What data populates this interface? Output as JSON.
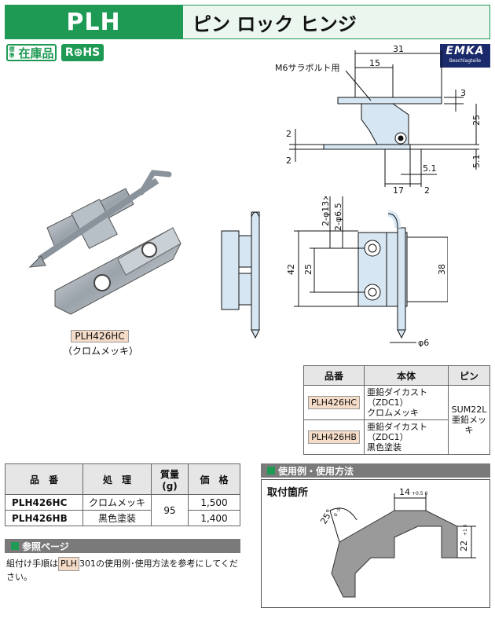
{
  "header": {
    "code": "PLH",
    "title": "ピン ロック ヒンジ"
  },
  "badges": {
    "stock_mini": "標準",
    "stock": "在庫品",
    "rohs": "R⊕HS"
  },
  "logo": {
    "brand": "EMKA",
    "sub": "Beschlagteile"
  },
  "photo": {
    "code": "PLH426HC",
    "note": "（クロムメッキ）"
  },
  "drawing_top": {
    "callout": "M6サラボルト用",
    "dims": [
      "31",
      "15",
      "3",
      "25",
      "2",
      "2",
      "5.1",
      "5.1",
      "17",
      "2"
    ]
  },
  "drawing_front": {
    "dims": [
      "2-φ13×90°",
      "2-φ6.5",
      "42",
      "25",
      "38",
      "φ6"
    ]
  },
  "spec_table": {
    "headers": [
      "品番",
      "本体",
      "ピン"
    ],
    "rows": [
      {
        "code": "PLH426HC",
        "body_line1": "亜鉛ダイカスト（ZDC1）",
        "body_line2": "クロムメッキ"
      },
      {
        "code": "PLH426HB",
        "body_line1": "亜鉛ダイカスト（ZDC1）",
        "body_line2": "黒色塗装"
      }
    ],
    "pin_line1": "SUM22L",
    "pin_line2": "亜鉛メッキ"
  },
  "price_table": {
    "headers": {
      "code": "品　番",
      "finish": "処　理",
      "mass": "質量",
      "mass_unit": "(g)",
      "price": "価　格"
    },
    "mass": "95",
    "rows": [
      {
        "code": "PLH426HC",
        "finish": "クロムメッキ",
        "price": "1,500"
      },
      {
        "code": "PLH426HB",
        "finish": "黒色塗装",
        "price": "1,400"
      }
    ]
  },
  "reference": {
    "title": "参照ページ",
    "text_pre": "組付け手順は",
    "link_code": "PLH",
    "text_post": "301の使用例･使用方法を参考にしてください。"
  },
  "usage": {
    "title": "使用例・使用方法",
    "mount_label": "取付箇所",
    "dim_top": "14",
    "dim_top_tol": "+0.5 0",
    "dim_angle": "25°",
    "dim_angle_tol": "0 -5",
    "dim_right": "22",
    "dim_right_tol": "+1 0"
  },
  "colors": {
    "green": "#1f9a54",
    "light_green": "#eaf6ee",
    "pill": "#f5dcc8",
    "part_fill": "#d6e6f2",
    "gray_bar": "#7a7a7a"
  }
}
